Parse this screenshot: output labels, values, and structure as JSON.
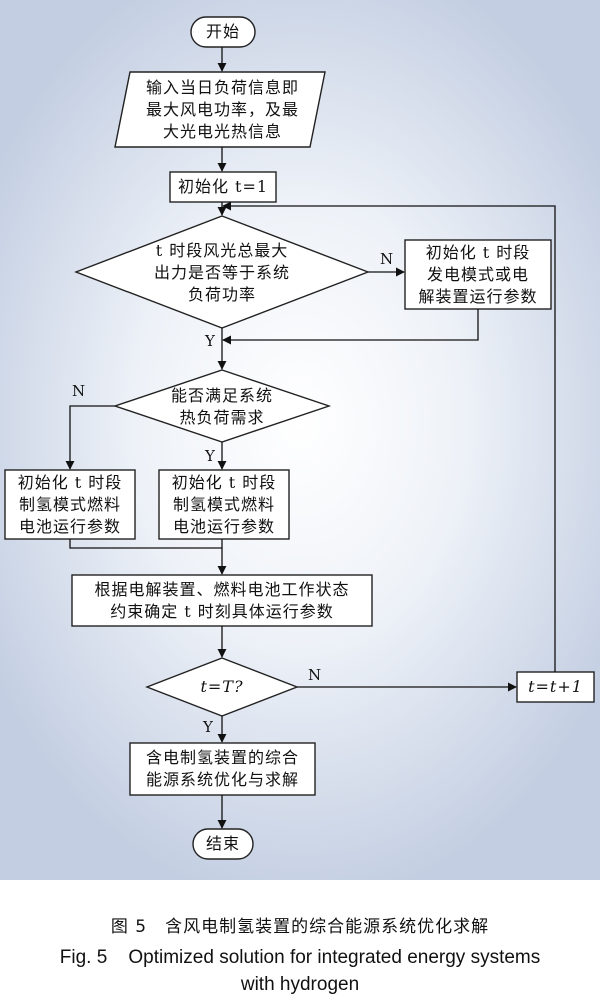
{
  "nodes": {
    "start": "开始",
    "input": "输入当日负荷信息即\n最大风电功率，及最\n大光电光热信息",
    "init_t": "初始化 t=1",
    "decision_power": "t 时段风光总最大\n出力是否等于系统\n负荷功率",
    "init_gen": "初始化 t 时段\n发电模式或电\n解装置运行参数",
    "decision_heat": "能否满足系统\n热负荷需求",
    "init_h2_left": "初始化 t 时段\n制氢模式燃料\n电池运行参数",
    "init_h2_right": "初始化 t 时段\n制氢模式燃料\n电池运行参数",
    "determine": "根据电解装置、燃料电池工作状态\n约束确定 t 时刻具体运行参数",
    "decision_T": "t=T?",
    "increment": "t=t+1",
    "optimize": "含电制氢装置的综合\n能源系统优化与求解",
    "end": "结束"
  },
  "labels": {
    "n1": "N",
    "y1": "Y",
    "n2": "N",
    "y2": "Y",
    "n3": "N",
    "y3": "Y"
  },
  "caption": {
    "cn": "图 5　含风电制氢装置的综合能源系统优化求解",
    "en_line1": "Fig. 5    Optimized solution for integrated energy systems",
    "en_line2": "with hydrogen"
  }
}
